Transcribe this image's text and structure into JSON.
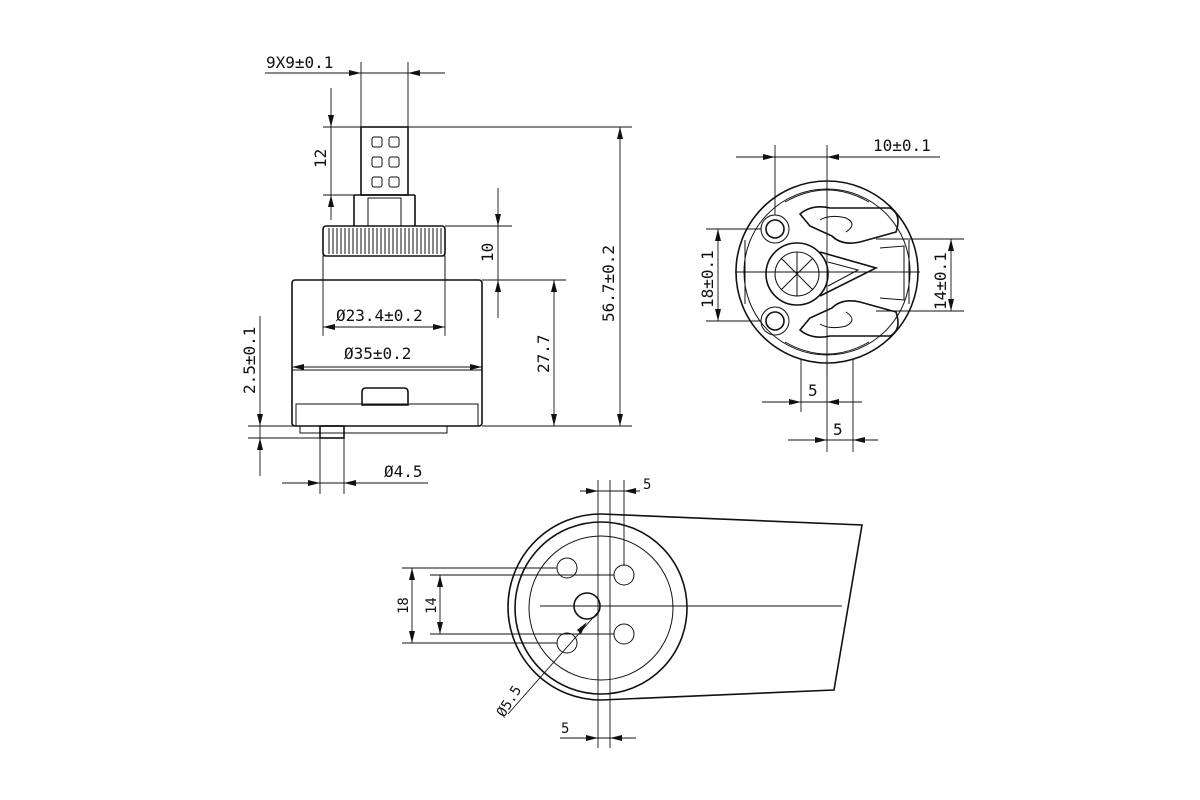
{
  "side_view": {
    "dim_spline": "9X9±0.1",
    "dim_stem": "12",
    "dim_knurl": "10",
    "dim_total_height": "56.7±0.2",
    "dim_body_height": "27.7",
    "dim_inner_dia": "Ø23.4±0.2",
    "dim_outer_dia": "Ø35±0.2",
    "dim_bottom_offset": "2.5±0.1",
    "dim_pin_dia": "Ø4.5"
  },
  "top_view": {
    "dim_hole_offset": "10±0.1",
    "dim_hole_spacing_left": "18±0.1",
    "dim_hole_spacing_right": "14±0.1",
    "dim_bottom_5a": "5",
    "dim_bottom_5b": "5"
  },
  "base_view": {
    "dim_top_5": "5",
    "dim_18": "18",
    "dim_14": "14",
    "dim_center_dia": "Ø5.5",
    "dim_bottom_5": "5"
  }
}
